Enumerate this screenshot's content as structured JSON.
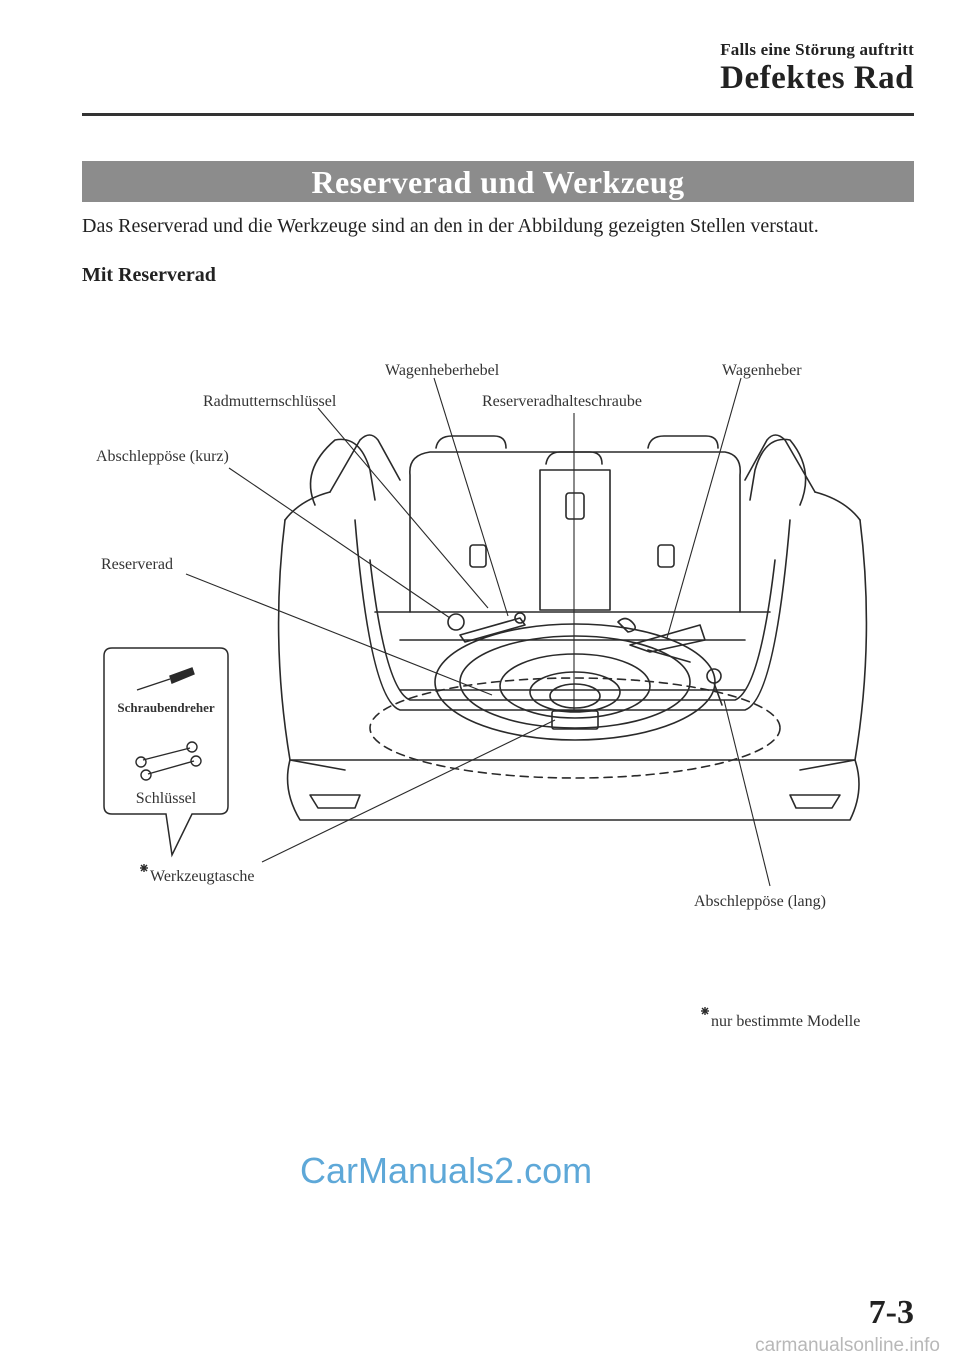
{
  "header": {
    "chapter": "Falls eine Störung auftritt",
    "section": "Defektes Rad"
  },
  "banner": {
    "title": "Reserverad und Werkzeug"
  },
  "intro": "Das Reserverad und die Werkzeuge sind an den in der Abbildung gezeigten Stellen verstaut.",
  "subheading": "Mit Reserverad",
  "figure": {
    "labels": {
      "wagenheberhebel": "Wagenheberhebel",
      "wagenheber": "Wagenheber",
      "radmutternschluessel": "Radmutternschlüssel",
      "reserveradhalteschraube": "Reserveradhalteschraube",
      "abschleppoese_kurz": "Abschleppöse (kurz)",
      "reserverad": "Reserverad",
      "schraubendreher": "Schraubendreher",
      "schluessel": "Schlüssel",
      "werkzeugtasche": "Werkzeugtasche",
      "abschleppoese_lang": "Abschleppöse (lang)"
    },
    "note": "nur bestimmte Modelle"
  },
  "watermark": "CarManuals2.com",
  "page_number": "7-3",
  "footer_site": "carmanualsonline.info"
}
